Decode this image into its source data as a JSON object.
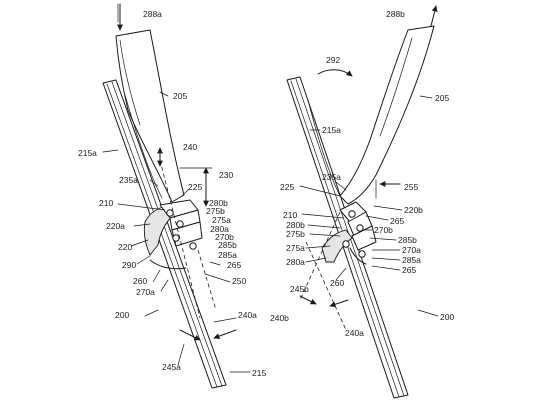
{
  "figure": {
    "left": {
      "labels": {
        "l288a": "288a",
        "l205": "205",
        "l215a": "215a",
        "l240": "240",
        "l230": "230",
        "l235a": "235a",
        "l225": "225",
        "l280b": "280b",
        "l210": "210",
        "l275b": "275b",
        "l275a": "275a",
        "l220a": "220a",
        "l280a": "280a",
        "l270b": "270b",
        "l220": "220",
        "l285b": "285b",
        "l285a": "285a",
        "l290": "290",
        "l265": "265",
        "l260": "260",
        "l250": "250",
        "l270a": "270a",
        "l240a": "240a",
        "l200": "200",
        "l245a": "245a",
        "l215": "215"
      }
    },
    "right": {
      "labels": {
        "l288b": "288b",
        "l292": "292",
        "l205": "205",
        "l215a": "215a",
        "l235a": "235a",
        "l225": "225",
        "l255": "255",
        "l220b": "220b",
        "l210": "210",
        "l265": "265",
        "l280b": "280b",
        "l270b": "270b",
        "l275b": "275b",
        "l285b": "285b",
        "l275a": "275a",
        "l270a": "270a",
        "l280a": "280a",
        "l285a": "285a",
        "l260": "260",
        "l245b": "245b",
        "l200": "200",
        "l240b": "240b",
        "l240a": "240a"
      }
    }
  }
}
